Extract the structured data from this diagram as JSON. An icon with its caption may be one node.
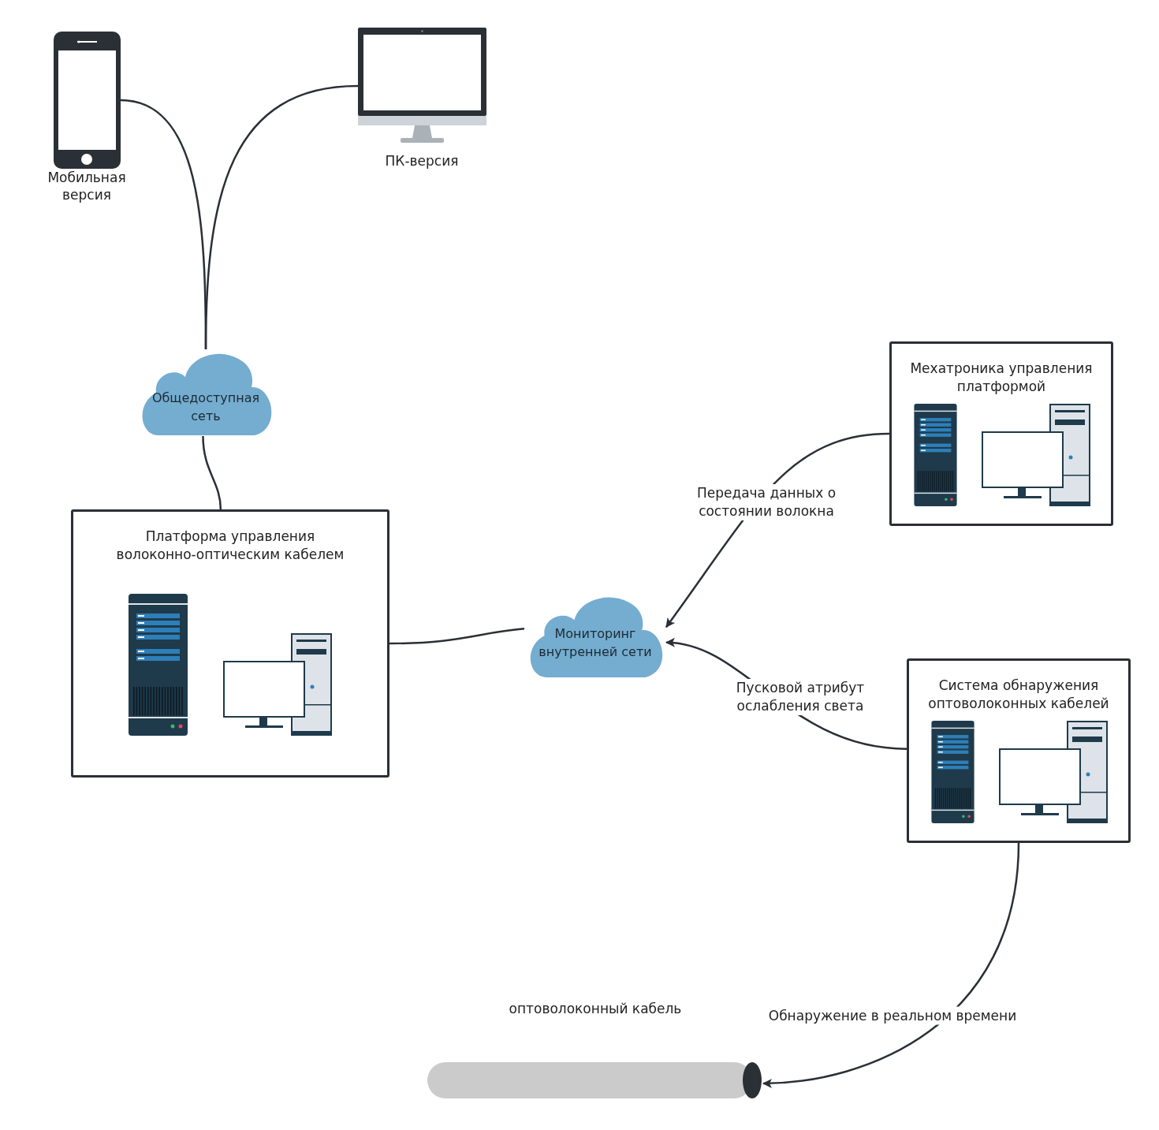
{
  "diagram": {
    "nodes": [
      {
        "text": [
          "Мобильная версия"
        ]
      },
      {
        "text": [
          "ПК-версия"
        ]
      },
      {
        "text": [
          "Общедоступная сеть"
        ]
      },
      {
        "text": [
          "Платформа управления волоконно-оптическим кабелем"
        ]
      },
      {
        "text": [
          "Мониторинг внутренней сети"
        ]
      },
      {
        "text": [
          "Мехатроника управления платформой"
        ]
      },
      {
        "text": [
          "Система обнаружения оптоволоконных кабелей"
        ]
      },
      {
        "text": [
          "оптоволоконный кабель"
        ]
      }
    ],
    "edges": [
      {
        "from": 0,
        "to": 2,
        "arrow": "none"
      },
      {
        "from": 1,
        "to": 2,
        "arrow": "none"
      },
      {
        "from": 2,
        "to": 3,
        "arrow": "none"
      },
      {
        "from": 3,
        "to": 4,
        "arrow": "none"
      },
      {
        "from": 5,
        "to": 4,
        "arrow": "to",
        "label": "Передача данных о состоянии волокна"
      },
      {
        "from": 6,
        "to": 4,
        "arrow": "to",
        "label": "Пусковой атрибут ослабления света"
      },
      {
        "from": 6,
        "to": 7,
        "arrow": "to",
        "label": "Обнаружение в реальном времени"
      }
    ]
  }
}
